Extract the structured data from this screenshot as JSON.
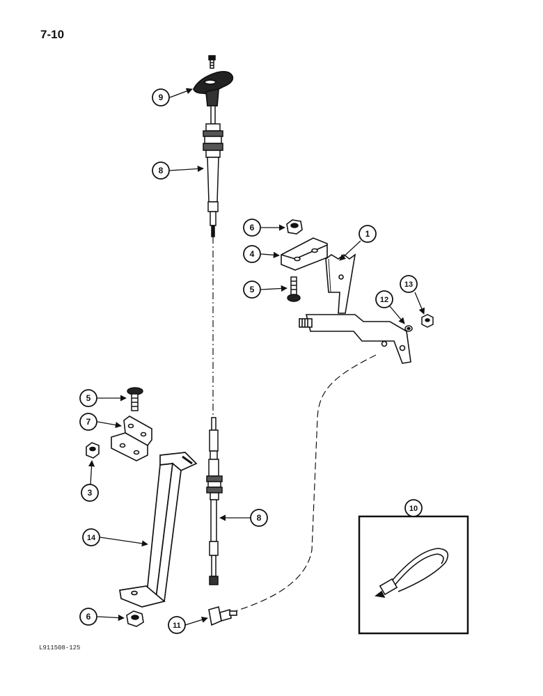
{
  "page": {
    "page_number": "7-10",
    "figure_code": "L911508-125"
  },
  "callouts": [
    {
      "id": "c9a",
      "label": "9"
    },
    {
      "id": "c8a",
      "label": "8"
    },
    {
      "id": "c6a",
      "label": "6"
    },
    {
      "id": "c4",
      "label": "4"
    },
    {
      "id": "c5a",
      "label": "5"
    },
    {
      "id": "c1",
      "label": "1"
    },
    {
      "id": "c12",
      "label": "12"
    },
    {
      "id": "c13",
      "label": "13"
    },
    {
      "id": "c5b",
      "label": "5"
    },
    {
      "id": "c7",
      "label": "7"
    },
    {
      "id": "c3",
      "label": "3"
    },
    {
      "id": "c14",
      "label": "14"
    },
    {
      "id": "c8b",
      "label": "8"
    },
    {
      "id": "c10",
      "label": "10"
    },
    {
      "id": "c6b",
      "label": "6"
    },
    {
      "id": "c11",
      "label": "11"
    }
  ]
}
